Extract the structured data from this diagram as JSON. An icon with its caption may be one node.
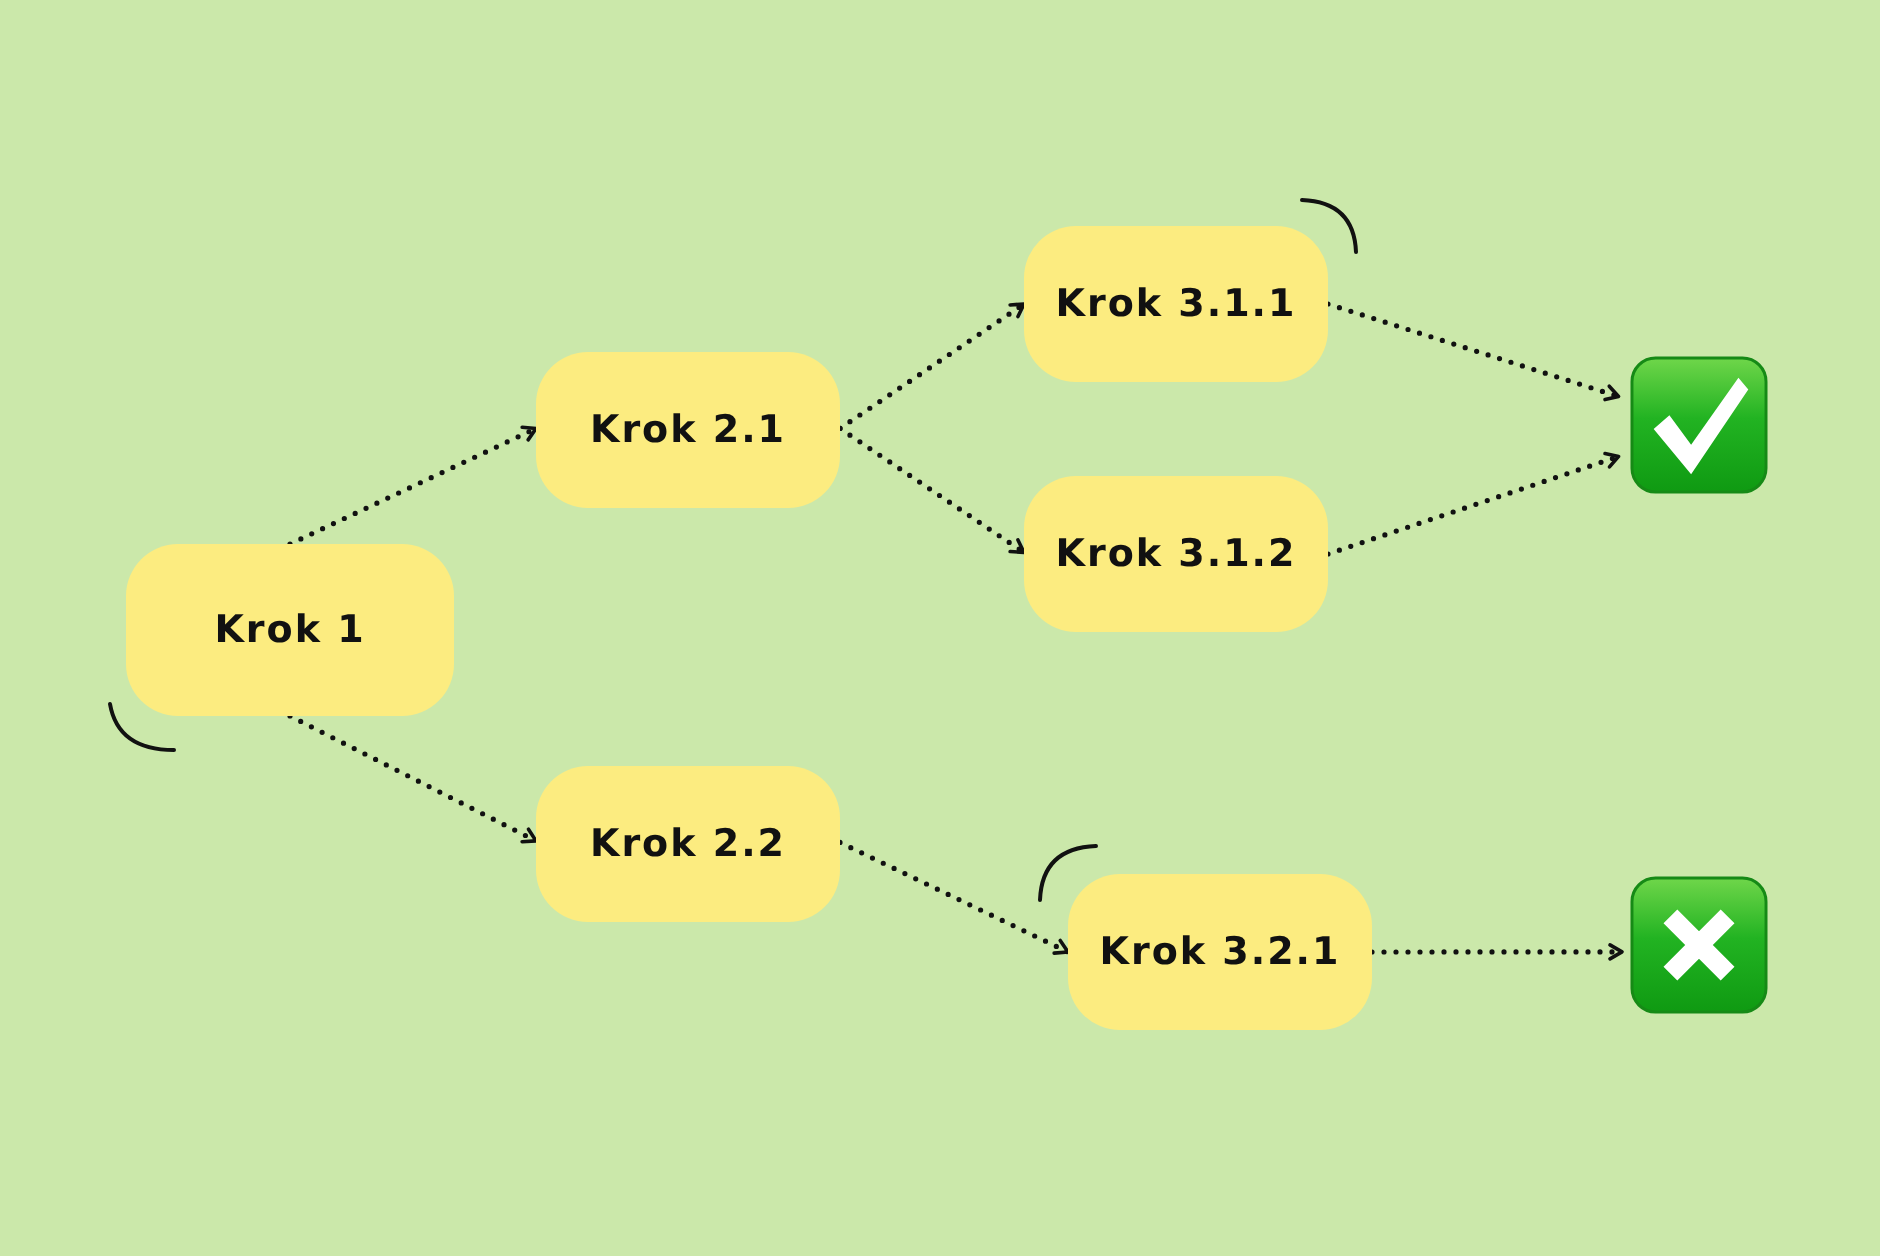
{
  "diagram": {
    "nodes": [
      {
        "text": [
          "Krok 1"
        ]
      },
      {
        "text": [
          "Krok 2.1"
        ]
      },
      {
        "text": [
          "Krok 2.2"
        ]
      },
      {
        "text": [
          "Krok 3.1.1"
        ]
      },
      {
        "text": [
          "Krok 3.1.2"
        ]
      },
      {
        "text": [
          "Krok 3.2.1"
        ]
      },
      {
        "text": [],
        "shape": "check"
      },
      {
        "text": [],
        "shape": "cross"
      }
    ],
    "edges": [
      {
        "from": 0,
        "to": 1,
        "arrow": "to"
      },
      {
        "from": 0,
        "to": 2,
        "arrow": "to"
      },
      {
        "from": 1,
        "to": 3,
        "arrow": "to"
      },
      {
        "from": 1,
        "to": 4,
        "arrow": "to"
      },
      {
        "from": 3,
        "to": 6,
        "arrow": "to"
      },
      {
        "from": 4,
        "to": 6,
        "arrow": "to"
      },
      {
        "from": 2,
        "to": 5,
        "arrow": "to"
      },
      {
        "from": 5,
        "to": 7,
        "arrow": "to"
      }
    ]
  }
}
